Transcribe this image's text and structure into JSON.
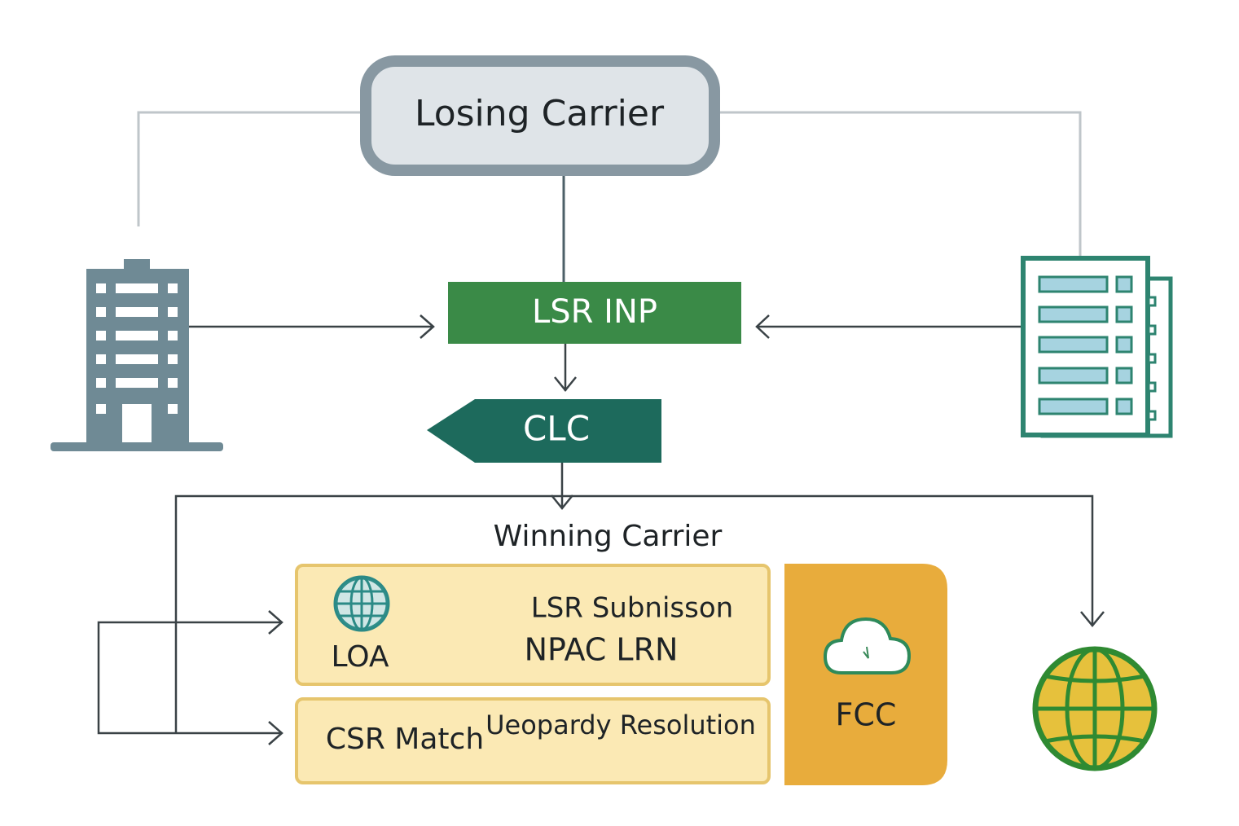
{
  "labels": {
    "losing_carrier": "Losing Carrier",
    "lsr_inp": "LSR INP",
    "clc": "CLC",
    "winning_carrier": "Winning Carrier",
    "loa": "LOA",
    "lsr_submission": "LSR  Subnisson",
    "npac_lrn": "NPAC LRN",
    "csr_match": "CSR  Match",
    "jeopardy_resolution": "Ueopardy Resolution",
    "fcc": "FCC"
  },
  "icons": {
    "building": "building-icon",
    "server": "server-rack-icon",
    "small_globe": "globe-icon",
    "large_globe": "globe-icon",
    "cloud": "cloud-icon"
  },
  "colors": {
    "lsr_green": "#3a8a47",
    "clc_teal": "#1d6a5c",
    "losing_fill": "#dfe4e8",
    "losing_border": "#8898a2",
    "building_gray": "#6f8a95",
    "server_teal": "#2e8470",
    "server_slot": "#a6d3e0",
    "yellow_fill": "#fbe9b4",
    "yellow_border": "#e6c56d",
    "fcc_orange": "#e8ac3c",
    "globe_teal": "#2b8a86",
    "globe_green": "#2f8a32",
    "globe_yellow": "#e6c13c"
  }
}
